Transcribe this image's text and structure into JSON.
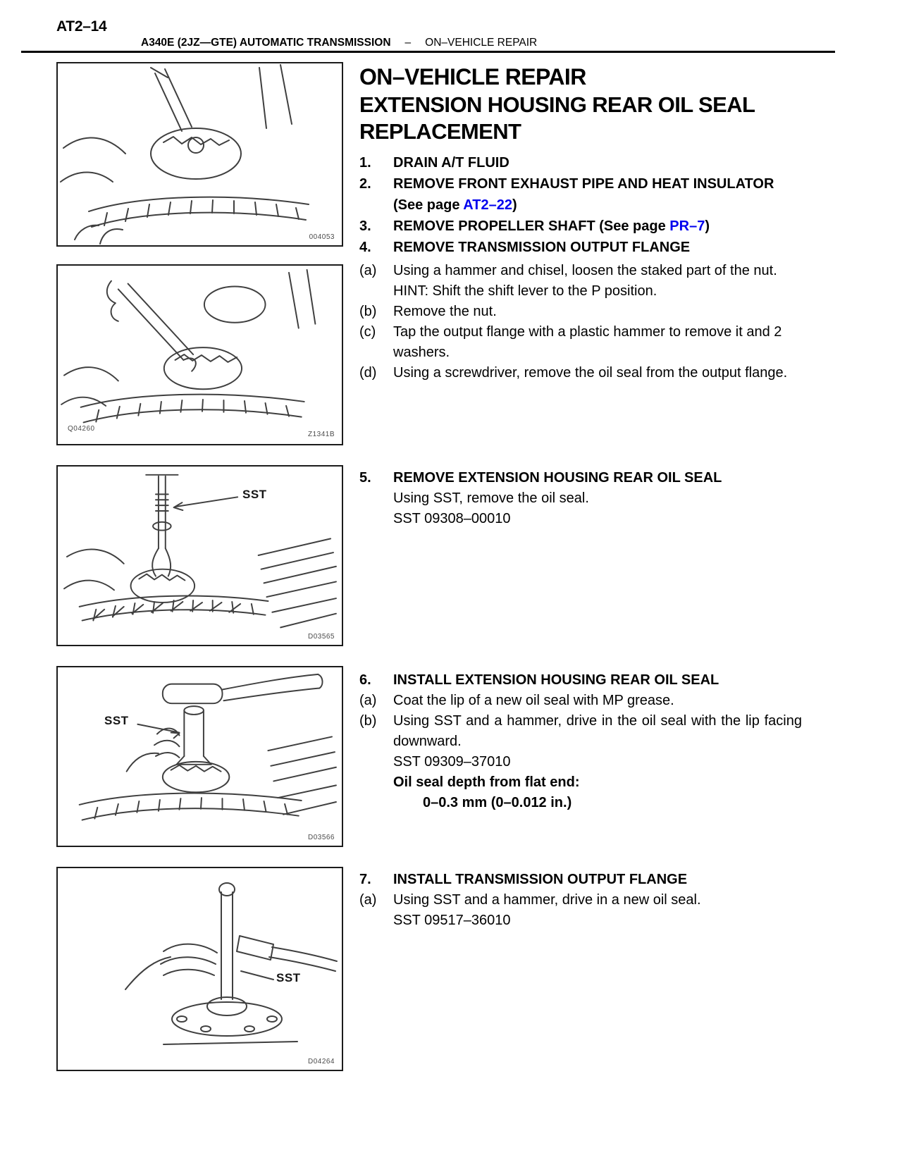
{
  "page": {
    "page_number": "AT2–14",
    "header": {
      "left": "A340E (2JZ—GTE) AUTOMATIC TRANSMISSION",
      "separator": "–",
      "right": "ON–VEHICLE REPAIR"
    }
  },
  "titles": {
    "main": "ON–VEHICLE REPAIR",
    "sub_line1": "EXTENSION HOUSING REAR OIL SEAL",
    "sub_line2": "REPLACEMENT"
  },
  "steps": {
    "s1": {
      "num": "1.",
      "text": "DRAIN A/T FLUID"
    },
    "s2": {
      "num": "2.",
      "line1": "REMOVE FRONT EXHAUST PIPE AND HEAT INSULATOR",
      "line2_pre": "(See page ",
      "line2_link": "AT2–22",
      "line2_post": ")"
    },
    "s3": {
      "num": "3.",
      "pre": "REMOVE PROPELLER SHAFT (See page ",
      "link": "PR–7",
      "post": ")"
    },
    "s4": {
      "num": "4.",
      "text": "REMOVE TRANSMISSION OUTPUT FLANGE"
    },
    "s4a": {
      "label": "(a)",
      "line1": "Using a hammer and chisel, loosen the staked part of the nut.",
      "line2": "HINT: Shift the shift lever to the P position."
    },
    "s4b": {
      "label": "(b)",
      "text": "Remove the nut."
    },
    "s4c": {
      "label": "(c)",
      "text": "Tap the output flange with a plastic hammer to remove it and 2 washers."
    },
    "s4d": {
      "label": "(d)",
      "text": "Using a screwdriver, remove the oil seal from the output flange."
    },
    "s5": {
      "num": "5.",
      "text": "REMOVE EXTENSION HOUSING REAR OIL SEAL",
      "body1": "Using SST, remove the oil seal.",
      "body2": "SST 09308–00010"
    },
    "s6": {
      "num": "6.",
      "text": "INSTALL EXTENSION HOUSING REAR OIL SEAL"
    },
    "s6a": {
      "label": "(a)",
      "text": "Coat the lip of a new oil seal with MP grease."
    },
    "s6b": {
      "label": "(b)",
      "text": "Using SST and a hammer, drive in the oil seal with the lip facing downward."
    },
    "s6_sst": "SST 09309–37010",
    "s6_spec_title": "Oil seal depth from flat end:",
    "s6_spec_value": "0–0.3 mm (0–0.012 in.)",
    "s7": {
      "num": "7.",
      "text": "INSTALL TRANSMISSION OUTPUT FLANGE"
    },
    "s7a": {
      "label": "(a)",
      "text": "Using SST and a hammer, drive in a new oil seal."
    },
    "s7_sst": "SST 09517–36010"
  },
  "figures": [
    {
      "code": "004053"
    },
    {
      "code_left": "Q04260",
      "code_right": "Z1341B"
    },
    {
      "label": "SST",
      "code": "D03565"
    },
    {
      "label": "SST",
      "code": "D03566"
    },
    {
      "label": "SST",
      "code": "D04264"
    }
  ],
  "colors": {
    "link": "#0000ee",
    "ink": "#000000"
  }
}
